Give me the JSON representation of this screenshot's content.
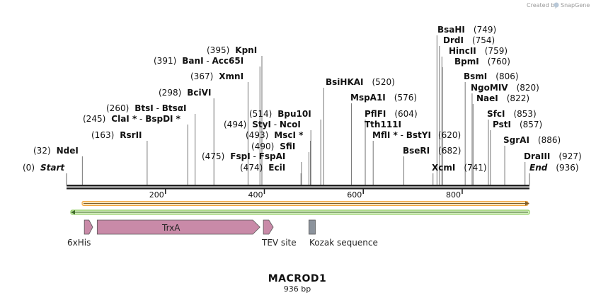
{
  "credit": {
    "prefix": "Created by",
    "brand": "SnapGene"
  },
  "sequence": {
    "name": "MACROD1",
    "length_label": "936 bp",
    "length": 936
  },
  "ruler": {
    "ticks": [
      200,
      400,
      600,
      800
    ]
  },
  "sites": [
    {
      "id": "start",
      "name": "Start",
      "pos": 0,
      "num": "(0)"
    },
    {
      "id": "ndei",
      "name": "NdeI",
      "pos": 32,
      "num": "(32)"
    },
    {
      "id": "rsrii",
      "name": "RsrII",
      "pos": 163,
      "num": "(163)"
    },
    {
      "id": "clai",
      "name": "ClaI *",
      "name2": "BspDI *",
      "pos": 245,
      "num": "(245)"
    },
    {
      "id": "btsi",
      "name": "BtsI",
      "name2": "BtsαI",
      "pos": 260,
      "num": "(260)"
    },
    {
      "id": "bcivi",
      "name": "BciVI",
      "pos": 298,
      "num": "(298)"
    },
    {
      "id": "xmni",
      "name": "XmnI",
      "pos": 367,
      "num": "(367)"
    },
    {
      "id": "bani",
      "name": "BanI",
      "name2": "Acc65I",
      "pos": 391,
      "num": "(391)"
    },
    {
      "id": "kpni",
      "name": "KpnI",
      "pos": 395,
      "num": "(395)"
    },
    {
      "id": "fspi",
      "name": "FspI",
      "name2": "FspAI",
      "pos": 475,
      "num": "(475)"
    },
    {
      "id": "ecli",
      "name": "EciI",
      "pos": 474,
      "num": "(474)"
    },
    {
      "id": "sfii",
      "name": "SfiI",
      "pos": 490,
      "num": "(490)"
    },
    {
      "id": "msci",
      "name": "MscI *",
      "pos": 493,
      "num": "(493)"
    },
    {
      "id": "styi",
      "name": "StyI",
      "name2": "NcoI",
      "pos": 494,
      "num": "(494)"
    },
    {
      "id": "bpu10i",
      "name": "Bpu10I",
      "pos": 514,
      "num": "(514)"
    },
    {
      "id": "bsihkai",
      "name": "BsiHKAI",
      "pos": 520,
      "num": "(520)"
    },
    {
      "id": "mspa1i",
      "name": "MspA1I",
      "pos": 576,
      "num": "(576)"
    },
    {
      "id": "pflfi",
      "name": "PflFI",
      "pos": 604,
      "num": "(604)"
    },
    {
      "id": "tth111i",
      "name": "Tth111I",
      "pos": 604,
      "num": ""
    },
    {
      "id": "mfli",
      "name": "MflI *",
      "name2": "BstYI",
      "pos": 620,
      "num": "(620)"
    },
    {
      "id": "bseri",
      "name": "BseRI",
      "pos": 682,
      "num": "(682)"
    },
    {
      "id": "xcmi",
      "name": "XcmI",
      "pos": 741,
      "num": "(741)"
    },
    {
      "id": "bsahi",
      "name": "BsaHI",
      "pos": 749,
      "num": "(749)"
    },
    {
      "id": "drdi",
      "name": "DrdI",
      "pos": 754,
      "num": "(754)"
    },
    {
      "id": "hincii",
      "name": "HincII",
      "pos": 759,
      "num": "(759)"
    },
    {
      "id": "bpmi",
      "name": "BpmI",
      "pos": 760,
      "num": "(760)"
    },
    {
      "id": "bsmi",
      "name": "BsmI",
      "pos": 806,
      "num": "(806)"
    },
    {
      "id": "ngomiv",
      "name": "NgoMIV",
      "pos": 820,
      "num": "(820)"
    },
    {
      "id": "naei",
      "name": "NaeI",
      "pos": 822,
      "num": "(822)"
    },
    {
      "id": "sfci",
      "name": "SfcI",
      "pos": 853,
      "num": "(853)"
    },
    {
      "id": "psti",
      "name": "PstI",
      "pos": 857,
      "num": "(857)"
    },
    {
      "id": "sgrai",
      "name": "SgrAI",
      "pos": 886,
      "num": "(886)"
    },
    {
      "id": "draiii",
      "name": "DraIII",
      "pos": 927,
      "num": "(927)"
    },
    {
      "id": "end",
      "name": "End",
      "pos": 936,
      "num": "(936)"
    }
  ],
  "features": [
    {
      "id": "6xhis",
      "label": "6xHis",
      "start": 36,
      "end": 53,
      "type": "arrow",
      "color": "#c98aa8"
    },
    {
      "id": "trxa",
      "label": "TrxA",
      "start": 62,
      "end": 391,
      "type": "arrow",
      "color": "#c98aa8"
    },
    {
      "id": "tev",
      "label": "TEV site",
      "start": 398,
      "end": 418,
      "type": "arrow",
      "color": "#c98aa8"
    },
    {
      "id": "kozak",
      "label": "Kozak sequence",
      "start": 490,
      "end": 503,
      "type": "box",
      "color": "#8c939c"
    }
  ],
  "colors": {
    "orange_strand": "#f2a43a",
    "green_strand": "#7fc64a",
    "backbone": "#222222"
  }
}
